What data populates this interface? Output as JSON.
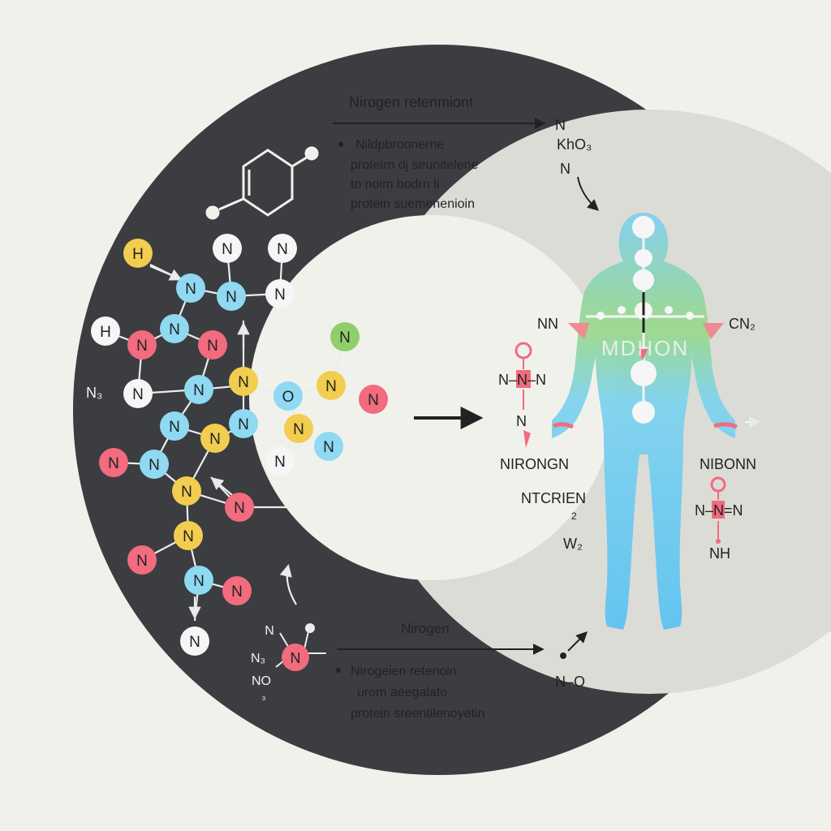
{
  "colors": {
    "background": "#f1f1ec",
    "ring": "#3b3d41",
    "ring_inner": "#f1f1ec",
    "panel": "#dcdcd7",
    "blue": "#8fd9f3",
    "pink": "#f26b7e",
    "yellow": "#f2cd4f",
    "green": "#8fcf6a",
    "white": "#f6f6f6",
    "line_light": "#e9e9e9",
    "line_dark": "#222222"
  },
  "top_section": {
    "title": "Nirogen retenmiont",
    "bullet_lines": [
      "Nildpbroonerne",
      "proteirn dj seunitelene",
      "to noim bodrn  li",
      "protein suemenenioin"
    ],
    "side_labels": [
      "N",
      "KhO₃",
      "N"
    ]
  },
  "bottom_section": {
    "title": "Nirogen",
    "bullet_lines": [
      "Nirogeien retenoin",
      "urom aeegalato",
      "protein sreentilenoyetin"
    ],
    "side_label": "N–O",
    "molecule_labels": [
      "N",
      "N₃",
      "N",
      "NO",
      "₃"
    ]
  },
  "left_network": {
    "outer_labels": [
      "N₃",
      "N₃"
    ],
    "nodes": [
      {
        "label": "H",
        "color": "yellow"
      },
      {
        "label": "N",
        "color": "white"
      },
      {
        "label": "N",
        "color": "white"
      },
      {
        "label": "N",
        "color": "blue"
      },
      {
        "label": "N",
        "color": "blue"
      },
      {
        "label": "N",
        "color": "white"
      },
      {
        "label": "H",
        "color": "white"
      },
      {
        "label": "N",
        "color": "pink"
      },
      {
        "label": "N",
        "color": "blue"
      },
      {
        "label": "N",
        "color": "pink"
      },
      {
        "label": "N",
        "color": "green"
      },
      {
        "label": "N",
        "color": "white"
      },
      {
        "label": "N",
        "color": "blue"
      },
      {
        "label": "N",
        "color": "yellow"
      },
      {
        "label": "O",
        "color": "blue"
      },
      {
        "label": "N",
        "color": "yellow"
      },
      {
        "label": "N",
        "color": "pink"
      },
      {
        "label": "N",
        "color": "blue"
      },
      {
        "label": "N",
        "color": "yellow"
      },
      {
        "label": "N",
        "color": "blue"
      },
      {
        "label": "N",
        "color": "yellow"
      },
      {
        "label": "N",
        "color": "blue"
      },
      {
        "label": "N",
        "color": "pink"
      },
      {
        "label": "N",
        "color": "blue"
      },
      {
        "label": "N",
        "color": "white"
      },
      {
        "label": "N",
        "color": "yellow"
      },
      {
        "label": "N",
        "color": "pink"
      },
      {
        "label": "N",
        "color": "yellow"
      },
      {
        "label": "N",
        "color": "pink"
      },
      {
        "label": "N",
        "color": "blue"
      },
      {
        "label": "N",
        "color": "pink"
      },
      {
        "label": "N",
        "color": "white"
      }
    ]
  },
  "right_panel": {
    "body_center_label": "MDHON",
    "labels": {
      "nn": "NN",
      "cn2": "CN₂",
      "left_chain": "N–N–N",
      "left_n": "N",
      "nirongn": "NIRONGN",
      "ntcrien": "NTCRIEN",
      "ntcrien_sub": "2",
      "w2": "W₂",
      "nibonn": "NIBONN",
      "right_chain": "N–N=N",
      "nh": "NH"
    }
  }
}
